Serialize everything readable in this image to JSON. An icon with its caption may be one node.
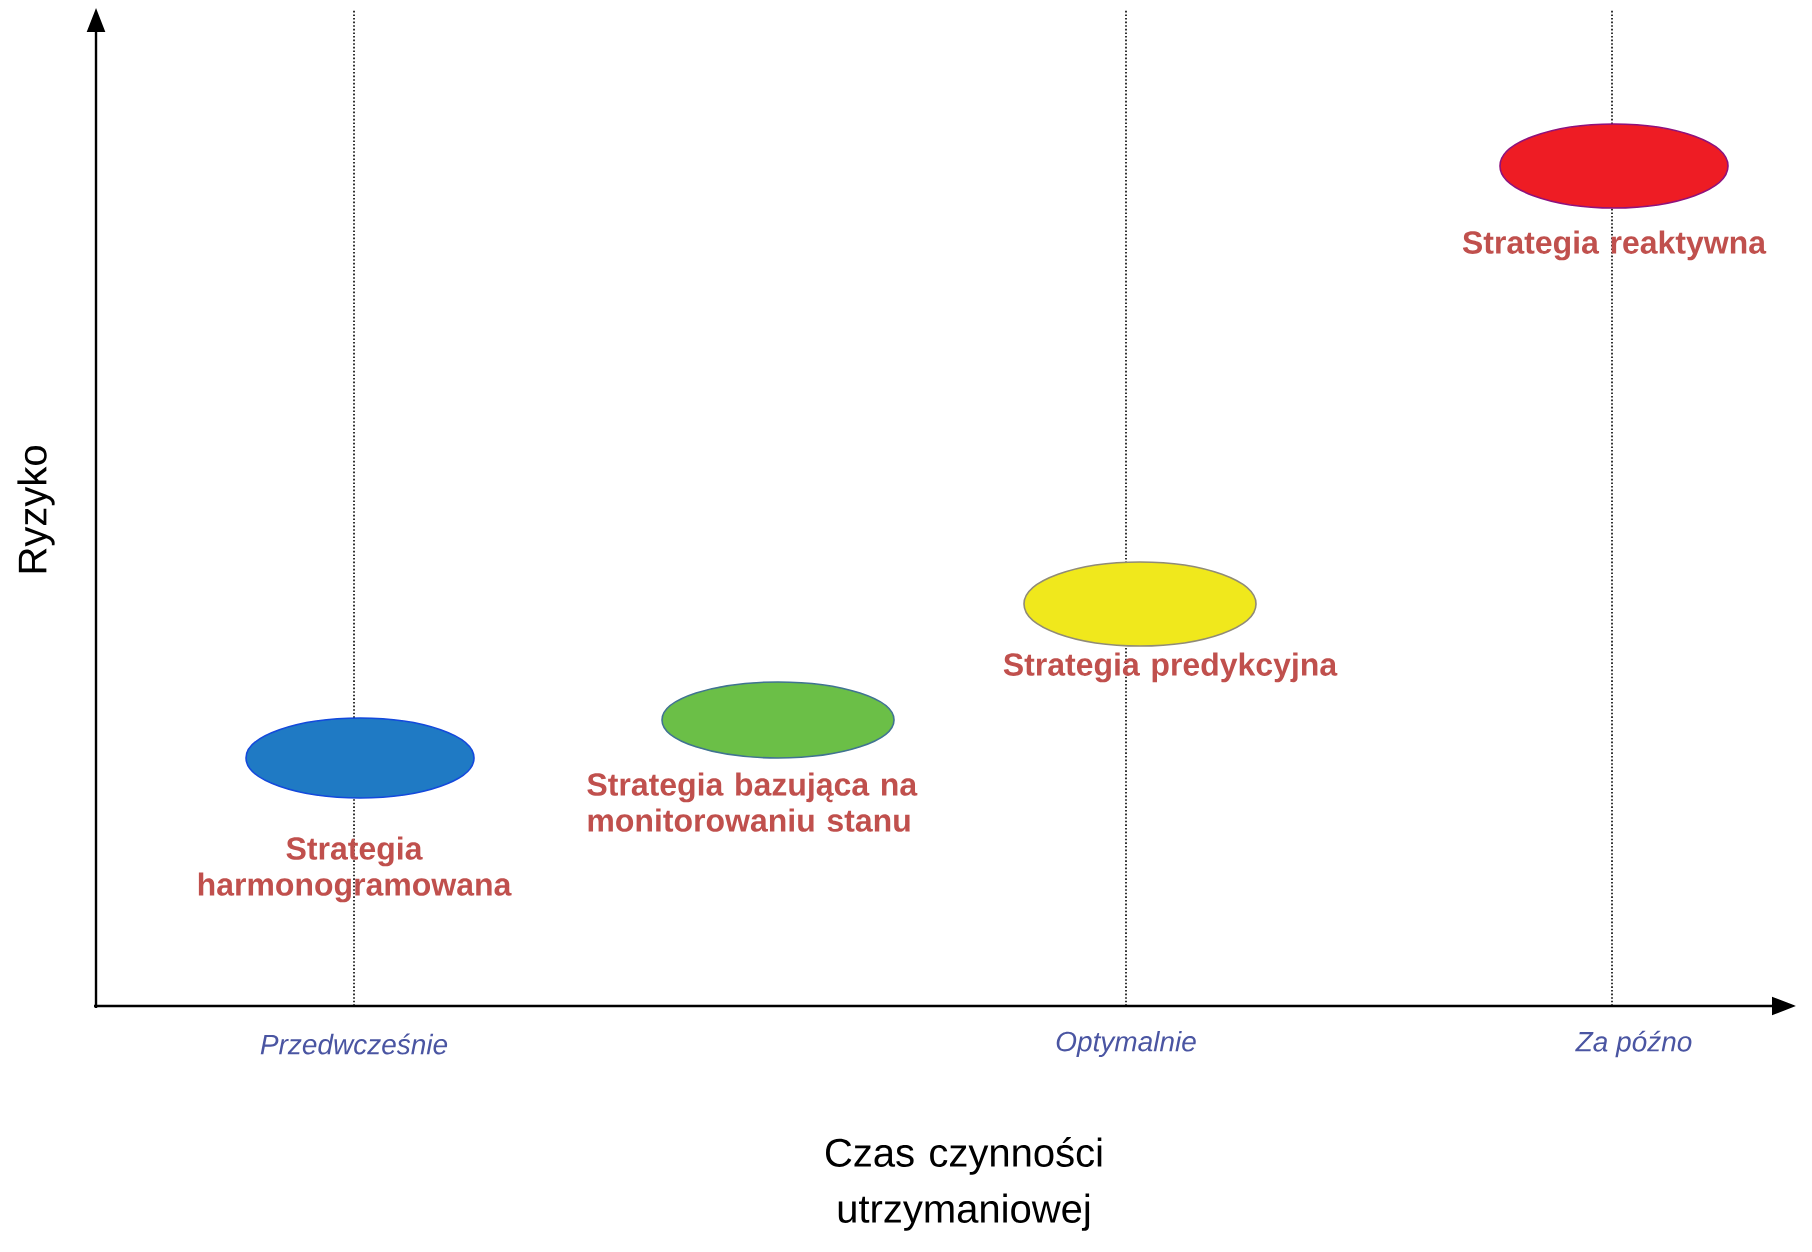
{
  "diagram": {
    "nodes": [
      {
        "text": [
          "Strategia harmonogramowana"
        ]
      },
      {
        "text": [
          "Strategia bazująca na monitorowaniu stanu"
        ]
      },
      {
        "text": [
          "Strategia predykcyjna"
        ]
      },
      {
        "text": [
          "Strategia reaktywna"
        ]
      }
    ],
    "labels": [
      "Ryzyko",
      "Przedwcześnie",
      "Optymalnie",
      "Za późno",
      "Czas czynności utrzymaniowej"
    ]
  }
}
